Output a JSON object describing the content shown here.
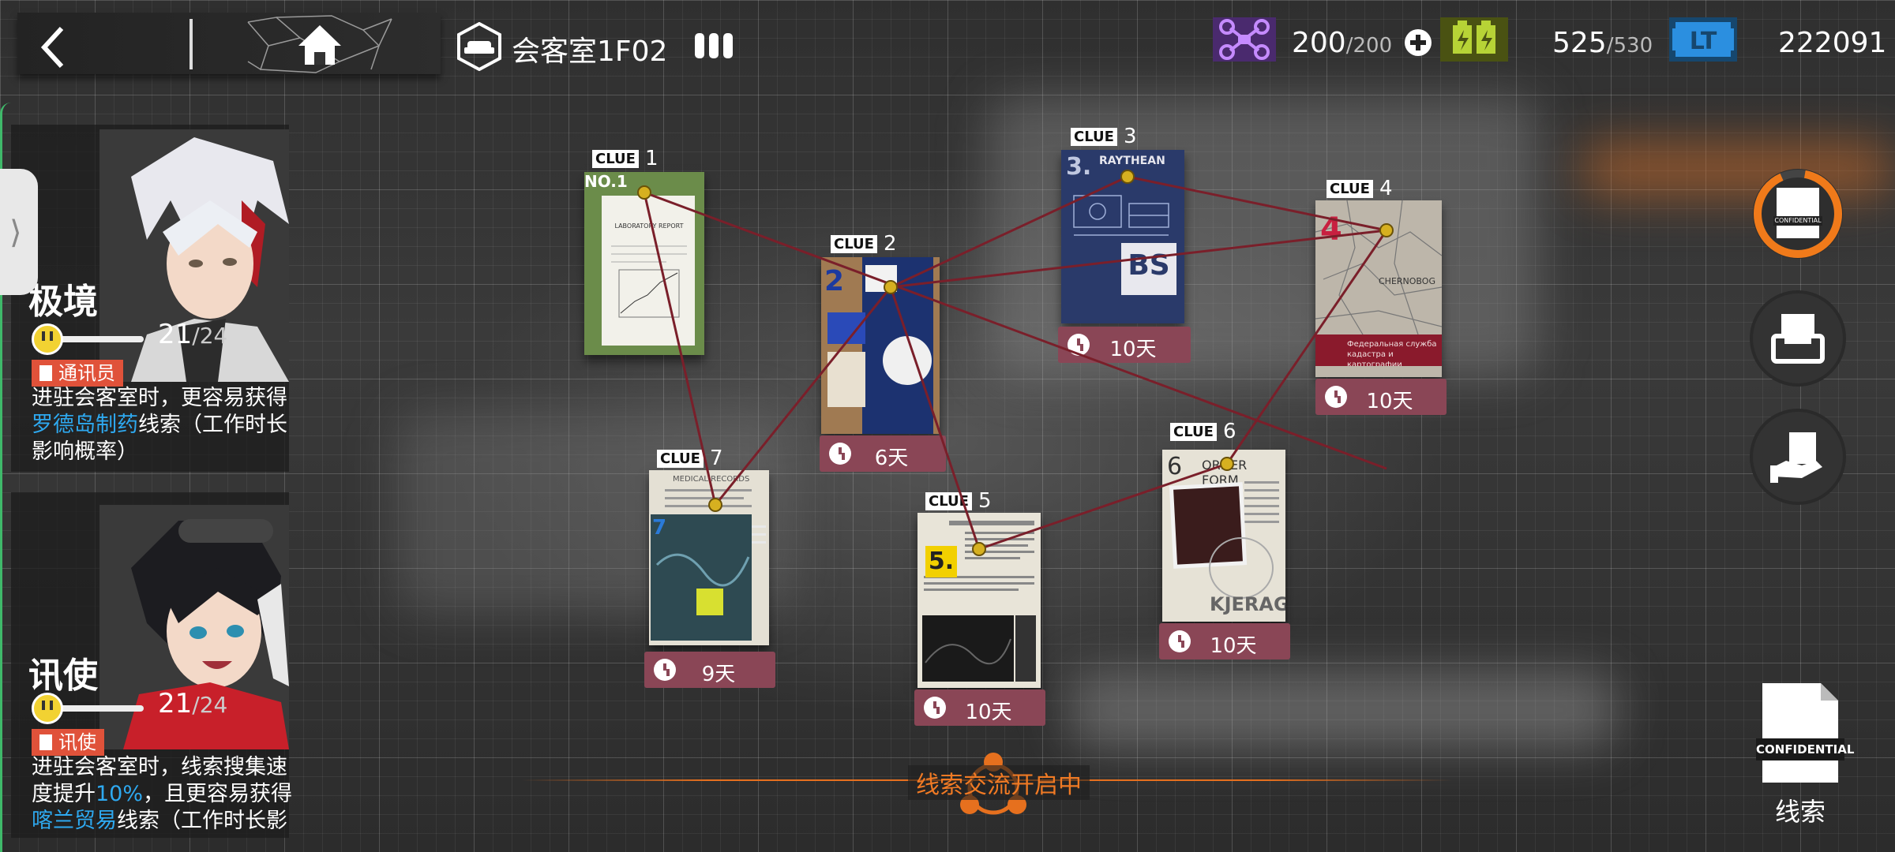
{
  "header": {
    "room_name": "会客室1F02"
  },
  "resources": {
    "drones": {
      "current": "200",
      "max": "/200",
      "color": "#7b3bd4"
    },
    "power": {
      "current": "525",
      "max": "/530",
      "color": "#b7d336"
    },
    "currency": {
      "value": "222091",
      "color": "#2b8fe0"
    }
  },
  "operators": [
    {
      "name": "极境",
      "mood": "21",
      "mood_max": "/24",
      "mood_fraction": 0.875,
      "skill": "通讯员",
      "desc_a": "进驻会客室时，更容易获得",
      "desc_hl": "罗德岛制药",
      "desc_b": "线索（工作时长影响概率）"
    },
    {
      "name": "讯使",
      "mood": "21",
      "mood_max": "/24",
      "mood_fraction": 0.875,
      "skill": "讯使",
      "desc_a": "进驻会客室时，线索搜集速度提升",
      "desc_hl": "10%",
      "desc_b": "，且更容易获得",
      "desc_hl2": "喀兰贸易",
      "desc_c": "线索（工作时长影响概率）"
    }
  ],
  "clue_tag": "CLUE",
  "clues": [
    {
      "num": "1",
      "timer": ""
    },
    {
      "num": "2",
      "timer": "6天"
    },
    {
      "num": "3",
      "timer": "10天"
    },
    {
      "num": "4",
      "timer": "10天"
    },
    {
      "num": "5",
      "timer": "10天"
    },
    {
      "num": "6",
      "timer": "10天"
    },
    {
      "num": "7",
      "timer": "9天"
    }
  ],
  "clue_texts": {
    "c1_tag": "NO.",
    "c1_title": "LABORATORY REPORT",
    "c3_brand": "RAYTHEAN",
    "c3_mark": "BS",
    "c4_city": "CHERNOBOG",
    "c4_banner": "Федеральная служба кадастра и картографии",
    "c6_title": "ORDER FORM",
    "c6_stamp": "KJERAG",
    "c7_title": "MEDICAL RECORDS"
  },
  "right_buttons": {
    "confidential_label": "CONFIDENTIAL",
    "clues_label": "线索"
  },
  "exchange": {
    "status": "线索交流开启中"
  }
}
